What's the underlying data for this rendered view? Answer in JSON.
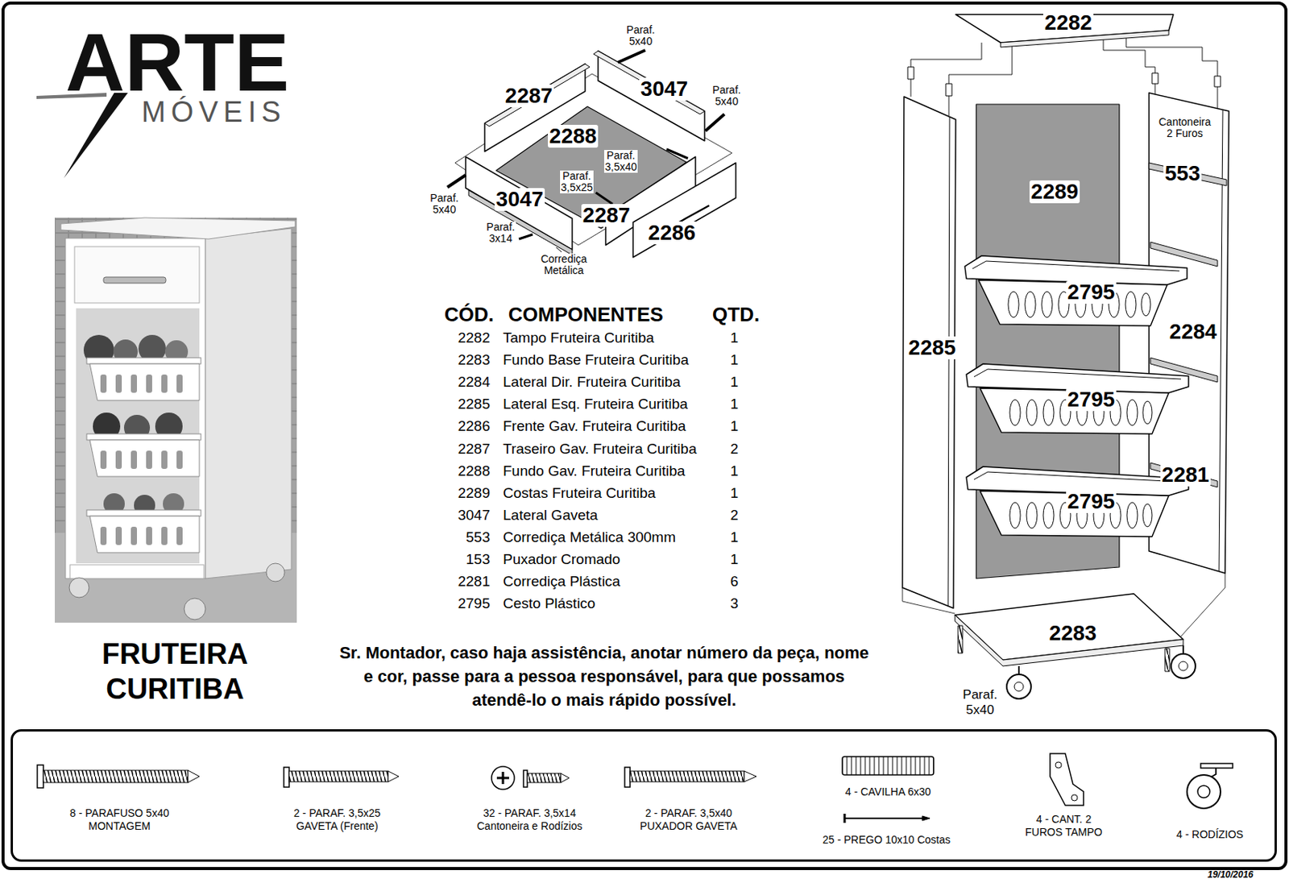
{
  "diagram": {
    "title": "FRUTEIRA CURITIBA",
    "nodes": [
      {
        "text": [
          "8 - PARAFUSO 5x40 MONTAGEM",
          "2 - PARAF. 3,5x25 GAVETA (Frente)",
          "32 - PARAF. 3,5x14 Cantoneira e Rodízios",
          "2 - PARAF. 3,5x40 PUXADOR GAVETA",
          "4 - CAVILHA 6x30",
          "25 - PREGO 10x10 Costas",
          "4 - CANT. 2 FUROS TAMPO",
          "4 - RODÍZIOS"
        ]
      }
    ],
    "labels": [
      "ARTE",
      "MÓVEIS",
      "Paraf. 5x40",
      "2287",
      "3047",
      "Paraf. 5x40",
      "2288",
      "Paraf. 3,5x40",
      "Paraf. 3,5x25",
      "Paraf. 5x40",
      "3047",
      "2287",
      "2286",
      "Paraf. 3x14",
      "Corrediça Metálica",
      "2282",
      "Cantoneira 2 Furos",
      "553",
      "2289",
      "2795",
      "2284",
      "2285",
      "2795",
      "2281",
      "2795",
      "2283",
      "Paraf. 5x40",
      "CÓD.",
      "COMPONENTES",
      "QTD.",
      "2282",
      "Tampo Fruteira Curitiba",
      "1",
      "2283",
      "Fundo Base Fruteira Curitiba",
      "1",
      "2284",
      "Lateral Dir. Fruteira Curitiba",
      "1",
      "2285",
      "Lateral Esq. Fruteira Curitiba",
      "1",
      "2286",
      "Frente Gav. Fruteira Curitiba",
      "1",
      "2287",
      "Traseiro Gav. Fruteira Curitiba",
      "2",
      "2288",
      "Fundo Gav. Fruteira Curitiba",
      "1",
      "2289",
      "Costas Fruteira Curitiba",
      "1",
      "3047",
      "Lateral Gaveta",
      "2",
      "553",
      "Corrediça Metálica 300mm",
      "1",
      "153",
      "Puxador Cromado",
      "1",
      "2281",
      "Corrediça Plástica",
      "6",
      "2795",
      "Cesto Plástico",
      "3",
      "Sr. Montador, caso haja assistência, anotar número da peça, nome e cor, passe para a pessoa responsável, para que possamos atendê-lo o mais rápido possível.",
      "19/10/2016"
    ]
  }
}
